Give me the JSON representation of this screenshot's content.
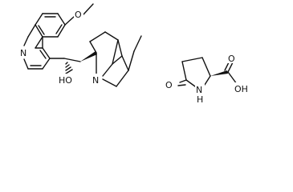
{
  "molecules": [
    {
      "atoms": {
        "methoxy_o": "O",
        "quinoline_n": "N",
        "hydroxyl": "HO",
        "bridgehead_n": "N"
      }
    },
    {
      "atoms": {
        "carbonyl_o": "O",
        "ring_nh": "N",
        "ring_nh_h": "H",
        "acid_o": "O",
        "acid_oh": "OH"
      }
    }
  ],
  "colors": {
    "bond": "#111111",
    "background": "#ffffff"
  }
}
